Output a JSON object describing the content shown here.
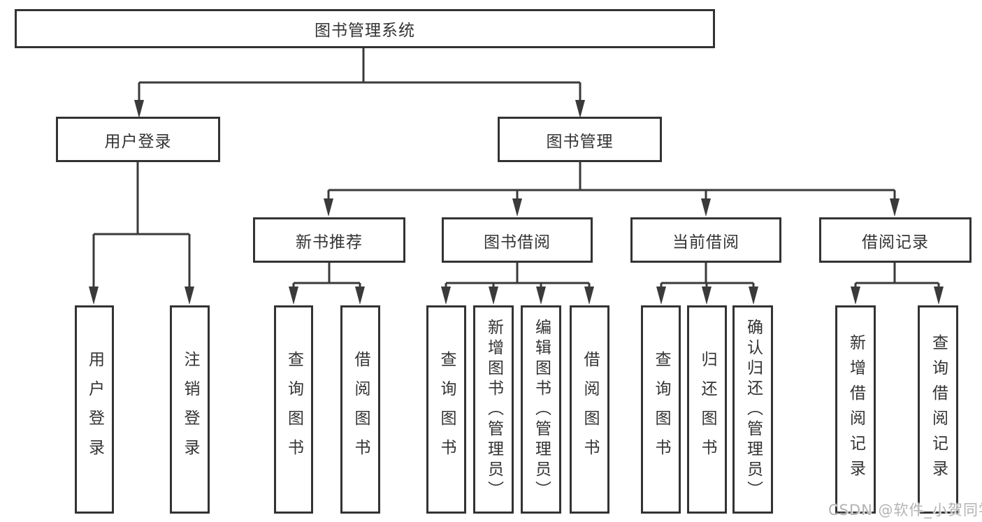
{
  "tree": {
    "label": "图书管理系统",
    "children": [
      {
        "label": "用户登录",
        "children": [
          {
            "label": "用户登录"
          },
          {
            "label": "注销登录"
          }
        ]
      },
      {
        "label": "图书管理",
        "children": [
          {
            "label": "新书推荐",
            "children": [
              {
                "label": "查询图书"
              },
              {
                "label": "借阅图书"
              }
            ]
          },
          {
            "label": "图书借阅",
            "children": [
              {
                "label": "查询图书"
              },
              {
                "label": "新增图书（管理员）"
              },
              {
                "label": "编辑图书（管理员）"
              },
              {
                "label": "借阅图书"
              }
            ]
          },
          {
            "label": "当前借阅",
            "children": [
              {
                "label": "查询图书"
              },
              {
                "label": "归还图书"
              },
              {
                "label": "确认归还（管理员）"
              }
            ]
          },
          {
            "label": "借阅记录",
            "children": [
              {
                "label": "新增借阅记录"
              },
              {
                "label": "查询借阅记录"
              }
            ]
          }
        ]
      }
    ]
  },
  "watermark": {
    "text": "CSDN @软件_小贺同学"
  },
  "colors": {
    "line": "#3a3a3a",
    "box_border": "#333333",
    "text": "#333333",
    "watermark": "#b3b3b3",
    "background": "#ffffff"
  }
}
